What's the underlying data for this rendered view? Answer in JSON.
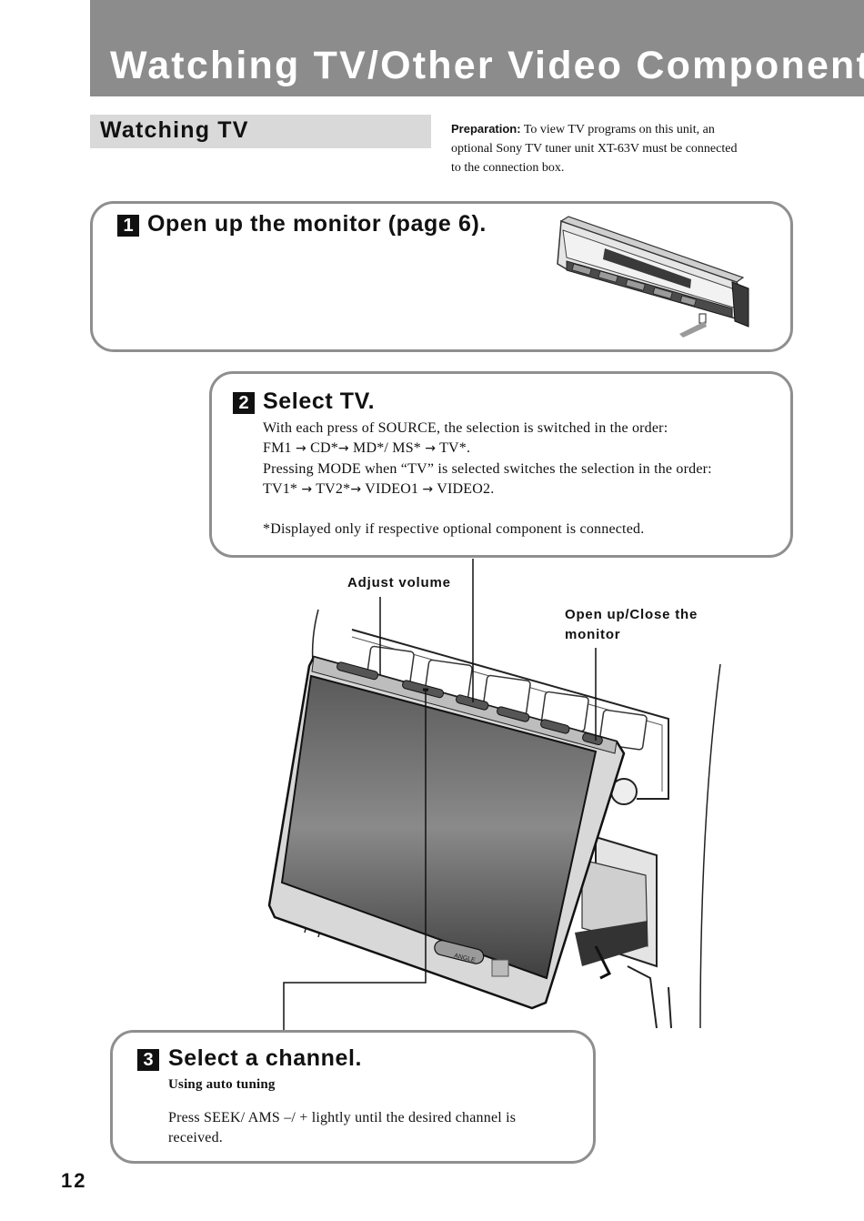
{
  "header": {
    "title": "Watching TV/Other Video Components"
  },
  "section": {
    "title": "Watching TV"
  },
  "preparation": {
    "label": "Preparation:",
    "line1": "To view TV programs on this unit, an",
    "line2": "optional Sony TV tuner unit XT-63V must be connected",
    "line3": "to the connection box."
  },
  "step1": {
    "number": "1",
    "heading": "Open up the monitor (page 6)."
  },
  "step2": {
    "number": "2",
    "heading": "Select TV.",
    "line1": "With each press of SOURCE, the selection is switched in the order:",
    "seq1": [
      "FM1",
      "CD*",
      "MD*/ MS*",
      "TV*."
    ],
    "line3": "Pressing MODE when “TV” is selected switches the selection in the order:",
    "seq2": [
      "TV1*",
      "TV2*",
      "VIDEO1",
      "VIDEO2."
    ],
    "note": "*Displayed only if respective optional component is connected."
  },
  "callouts": {
    "adjust_volume": "Adjust volume",
    "open_close_line1": "Open up/Close the",
    "open_close_line2": "monitor"
  },
  "device_labels": {
    "angle": "ANGLE"
  },
  "step3": {
    "number": "3",
    "heading": "Select a channel.",
    "subheading": "Using auto tuning",
    "line1": "Press SEEK/ AMS –/ + lightly until the desired channel is",
    "line2": "received."
  },
  "page_number": "12",
  "colors": {
    "title_band": "#8c8c8c",
    "section_band": "#d9d9d9",
    "box_border": "#8f8f8f"
  }
}
